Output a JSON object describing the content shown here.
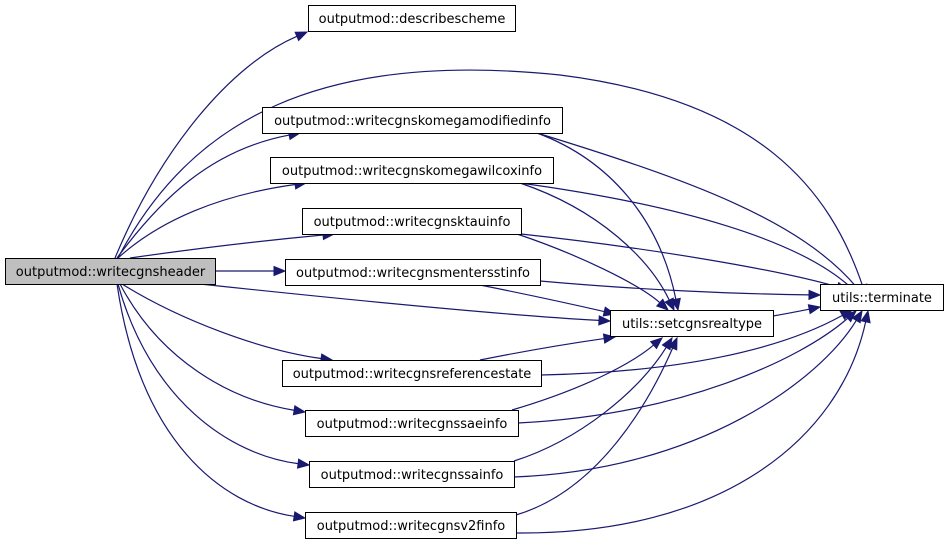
{
  "diagram": {
    "type": "call-graph",
    "edge_color": "#191970",
    "root_fill": "#bfbfbf",
    "nodes": [
      {
        "id": "writecgnsheader",
        "label": "outputmod::writecgnsheader",
        "root": true
      },
      {
        "id": "describescheme",
        "label": "outputmod::describescheme"
      },
      {
        "id": "komegamodified",
        "label": "outputmod::writecgnskomegamodifiedinfo"
      },
      {
        "id": "komegawilcox",
        "label": "outputmod::writecgnskomegawilcoxinfo"
      },
      {
        "id": "ktau",
        "label": "outputmod::writecgnsktauinfo"
      },
      {
        "id": "mentersst",
        "label": "outputmod::writecgnsmentersstinfo"
      },
      {
        "id": "setcgnsrealtype",
        "label": "utils::setcgnsrealtype"
      },
      {
        "id": "terminate",
        "label": "utils::terminate"
      },
      {
        "id": "referencestate",
        "label": "outputmod::writecgnsreferencestate"
      },
      {
        "id": "sae",
        "label": "outputmod::writecgnssaeinfo"
      },
      {
        "id": "sa",
        "label": "outputmod::writecgnssainfo"
      },
      {
        "id": "v2f",
        "label": "outputmod::writecgnsv2finfo"
      }
    ],
    "edges": [
      {
        "from": "writecgnsheader",
        "to": "describescheme"
      },
      {
        "from": "writecgnsheader",
        "to": "terminate"
      },
      {
        "from": "writecgnsheader",
        "to": "komegamodified"
      },
      {
        "from": "writecgnsheader",
        "to": "komegawilcox"
      },
      {
        "from": "writecgnsheader",
        "to": "ktau"
      },
      {
        "from": "writecgnsheader",
        "to": "mentersst"
      },
      {
        "from": "writecgnsheader",
        "to": "setcgnsrealtype"
      },
      {
        "from": "writecgnsheader",
        "to": "referencestate"
      },
      {
        "from": "writecgnsheader",
        "to": "sae"
      },
      {
        "from": "writecgnsheader",
        "to": "sa"
      },
      {
        "from": "writecgnsheader",
        "to": "v2f"
      },
      {
        "from": "komegamodified",
        "to": "setcgnsrealtype"
      },
      {
        "from": "komegamodified",
        "to": "terminate"
      },
      {
        "from": "komegawilcox",
        "to": "setcgnsrealtype"
      },
      {
        "from": "komegawilcox",
        "to": "terminate"
      },
      {
        "from": "ktau",
        "to": "setcgnsrealtype"
      },
      {
        "from": "ktau",
        "to": "terminate"
      },
      {
        "from": "mentersst",
        "to": "setcgnsrealtype"
      },
      {
        "from": "mentersst",
        "to": "terminate"
      },
      {
        "from": "setcgnsrealtype",
        "to": "terminate"
      },
      {
        "from": "referencestate",
        "to": "setcgnsrealtype"
      },
      {
        "from": "referencestate",
        "to": "terminate"
      },
      {
        "from": "sae",
        "to": "setcgnsrealtype"
      },
      {
        "from": "sae",
        "to": "terminate"
      },
      {
        "from": "sa",
        "to": "setcgnsrealtype"
      },
      {
        "from": "sa",
        "to": "terminate"
      },
      {
        "from": "v2f",
        "to": "setcgnsrealtype"
      },
      {
        "from": "v2f",
        "to": "terminate"
      }
    ]
  }
}
